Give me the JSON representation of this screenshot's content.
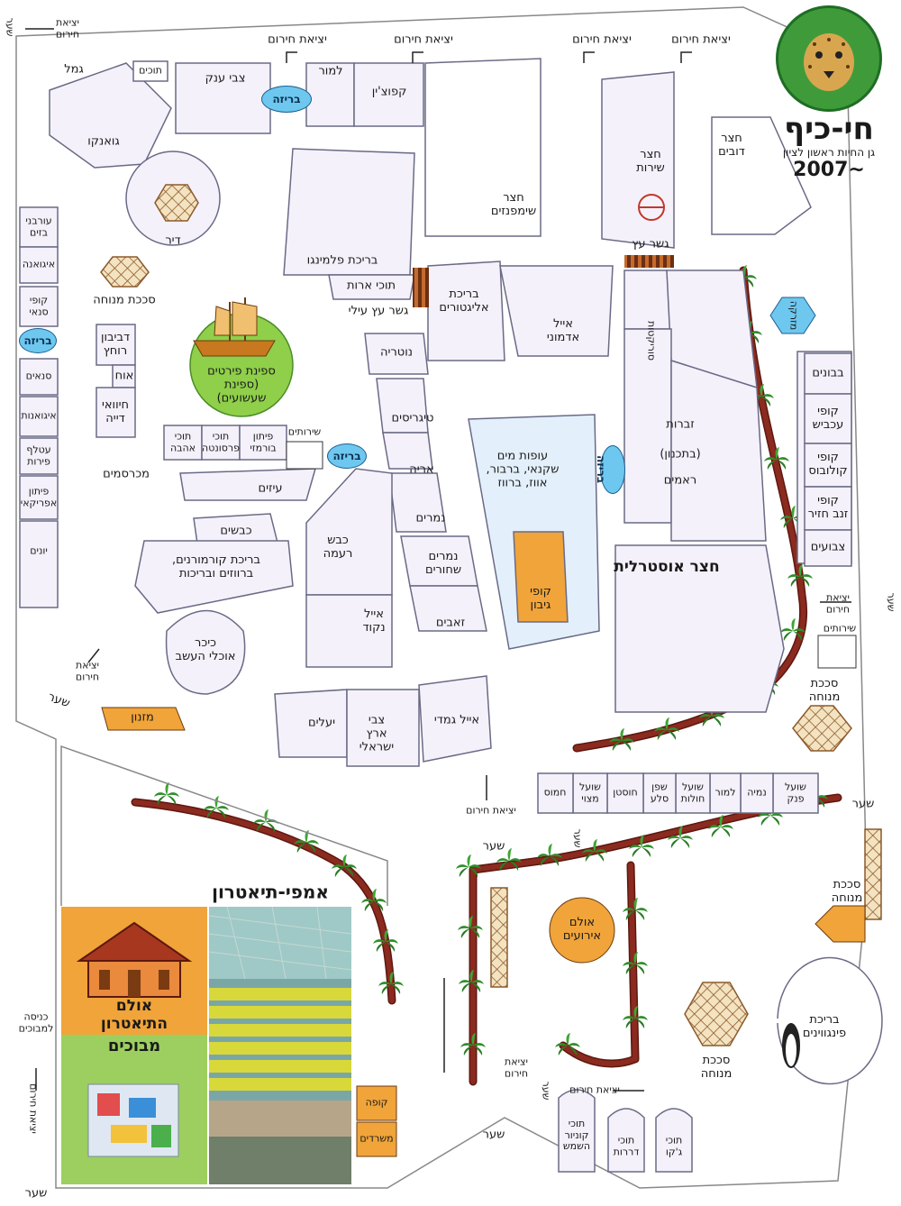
{
  "logo": {
    "name": "חי-כיף",
    "subtitle": "גן החיות ראשון לציון",
    "year": "~2007"
  },
  "common": {
    "exit": "יציאת\nחירום",
    "exit_single": "יציאת חירום",
    "gate": "שער",
    "breeze": "בריזה",
    "rest": "סככת\nמנוחה",
    "toilets": "שירותים"
  },
  "top_exits": [
    {
      "id": "exit-top-1",
      "label": "יציאת חירום"
    },
    {
      "id": "exit-top-2",
      "label": "יציאת חירום"
    },
    {
      "id": "exit-top-3",
      "label": "יציאת חירום"
    },
    {
      "id": "exit-top-4",
      "label": "יציאת חירום"
    }
  ],
  "west_column": [
    "עורבני\nבזים",
    "איגואנה",
    "קופי\nסנאי",
    "סנאים",
    "איגואנות",
    "עטלף\nפירות",
    "פיתון\nאפריקאי",
    "יונים"
  ],
  "east_column": [
    "בבונים",
    "קופי\nעכביש",
    "קופי\nקולובוס",
    "קופי\nזנב חזיר",
    "צבועים"
  ],
  "bottom_row": [
    "שועל\nפנק",
    "נמיה",
    "למור",
    "שועל\nחולות",
    "שפן\nסלע",
    "חוסטן",
    "שועל\nמצוי",
    "חמוס"
  ],
  "exhibits": {
    "camel": "גמל",
    "guanaco": "גואנקו",
    "peacocks": "תוכים",
    "giant_tortoise": "צבי ענק",
    "lemur": "למור",
    "capuchin": "קפוצ'ין",
    "chimp": "חצר\nשימפנזים",
    "service": "חצר\nשירות",
    "bears": "חצר\nדובים",
    "pen": "דיר",
    "flamingo": "בריכת פלמינגו",
    "macaws": "תוכי ארות",
    "high_bridge": "גשר עץ עילי",
    "wood_bridge": "גשר עץ",
    "alligators": "בריכת\nאליגטורים",
    "red_deer": "אייל\nאדמוני",
    "meerkat": "סוריקטות",
    "fountain": "מזרקה",
    "pirate_ship": "ספינת פירטים\n(ספינת\nשעשועים)",
    "rest_west": "סככת מנוחה",
    "mandrill": "דביבון\nרוחץ",
    "coati": "אוח",
    "gene": "חיוואי\nדייה",
    "toucans": "מכרסמים",
    "parrots_1": "תוכי\nאהבה",
    "parrots_2": "תוכי\nפרסונטה",
    "python": "פיתון\nבורמזי",
    "nutria": "נוטריה",
    "tigers": "טיגריסים",
    "lion": "אריה",
    "leopards": "נמרים",
    "black_panthers": "נמרים\nשחורים",
    "wolves": "זאבים",
    "waterfowl": "עופות מים\nשקנאי, ברבור,\nאווז, ברווז",
    "gibbon": "קופי\nגיבון",
    "zebras": "זברות",
    "planned": "(בתכנון)",
    "oryx": "ראמים",
    "australian": "חצר אוסטרלית",
    "goats": "עיזים",
    "sheep": "כבשים",
    "cormorant": "בריכת קורמורנים,\nברווזים ובריכות",
    "barbary": "כבש\nרעמה",
    "fallow": "אייל\nנקוד",
    "herbivore": "כיכר\nאוכלי העשב",
    "snack": "מזנון",
    "ibex": "יעלים",
    "gazelle": "צבי\nארץ\nישראלי",
    "dwarf_deer": "אייל גמדי",
    "amphi": "אמפי-תיאטרון",
    "event_hall": "אולם\nאירועים",
    "penguins": "בריכת\nפינגווינים",
    "theatre_hall": "אולם\nהתיאטרון",
    "mazes": "מבוכים",
    "visitors_entry": "כניסה\nלמבוכים",
    "ticket": "קופה",
    "offices": "משרדים",
    "conure": "תוכי\nקוניור\nהשמש",
    "rosella": "תוכי\nדררות",
    "jaco": "תוכי\nג'קו"
  },
  "colors": {
    "path": "#8b2a1f",
    "path_edge": "#5c1810",
    "enclosure_fill": "#f4f1fa",
    "enclosure_stroke": "#6a6a86",
    "breeze": "#6ec7ef",
    "lawn": "#8fcf4a",
    "snack": "#f0a43a",
    "palm": "#2f8f2a"
  }
}
